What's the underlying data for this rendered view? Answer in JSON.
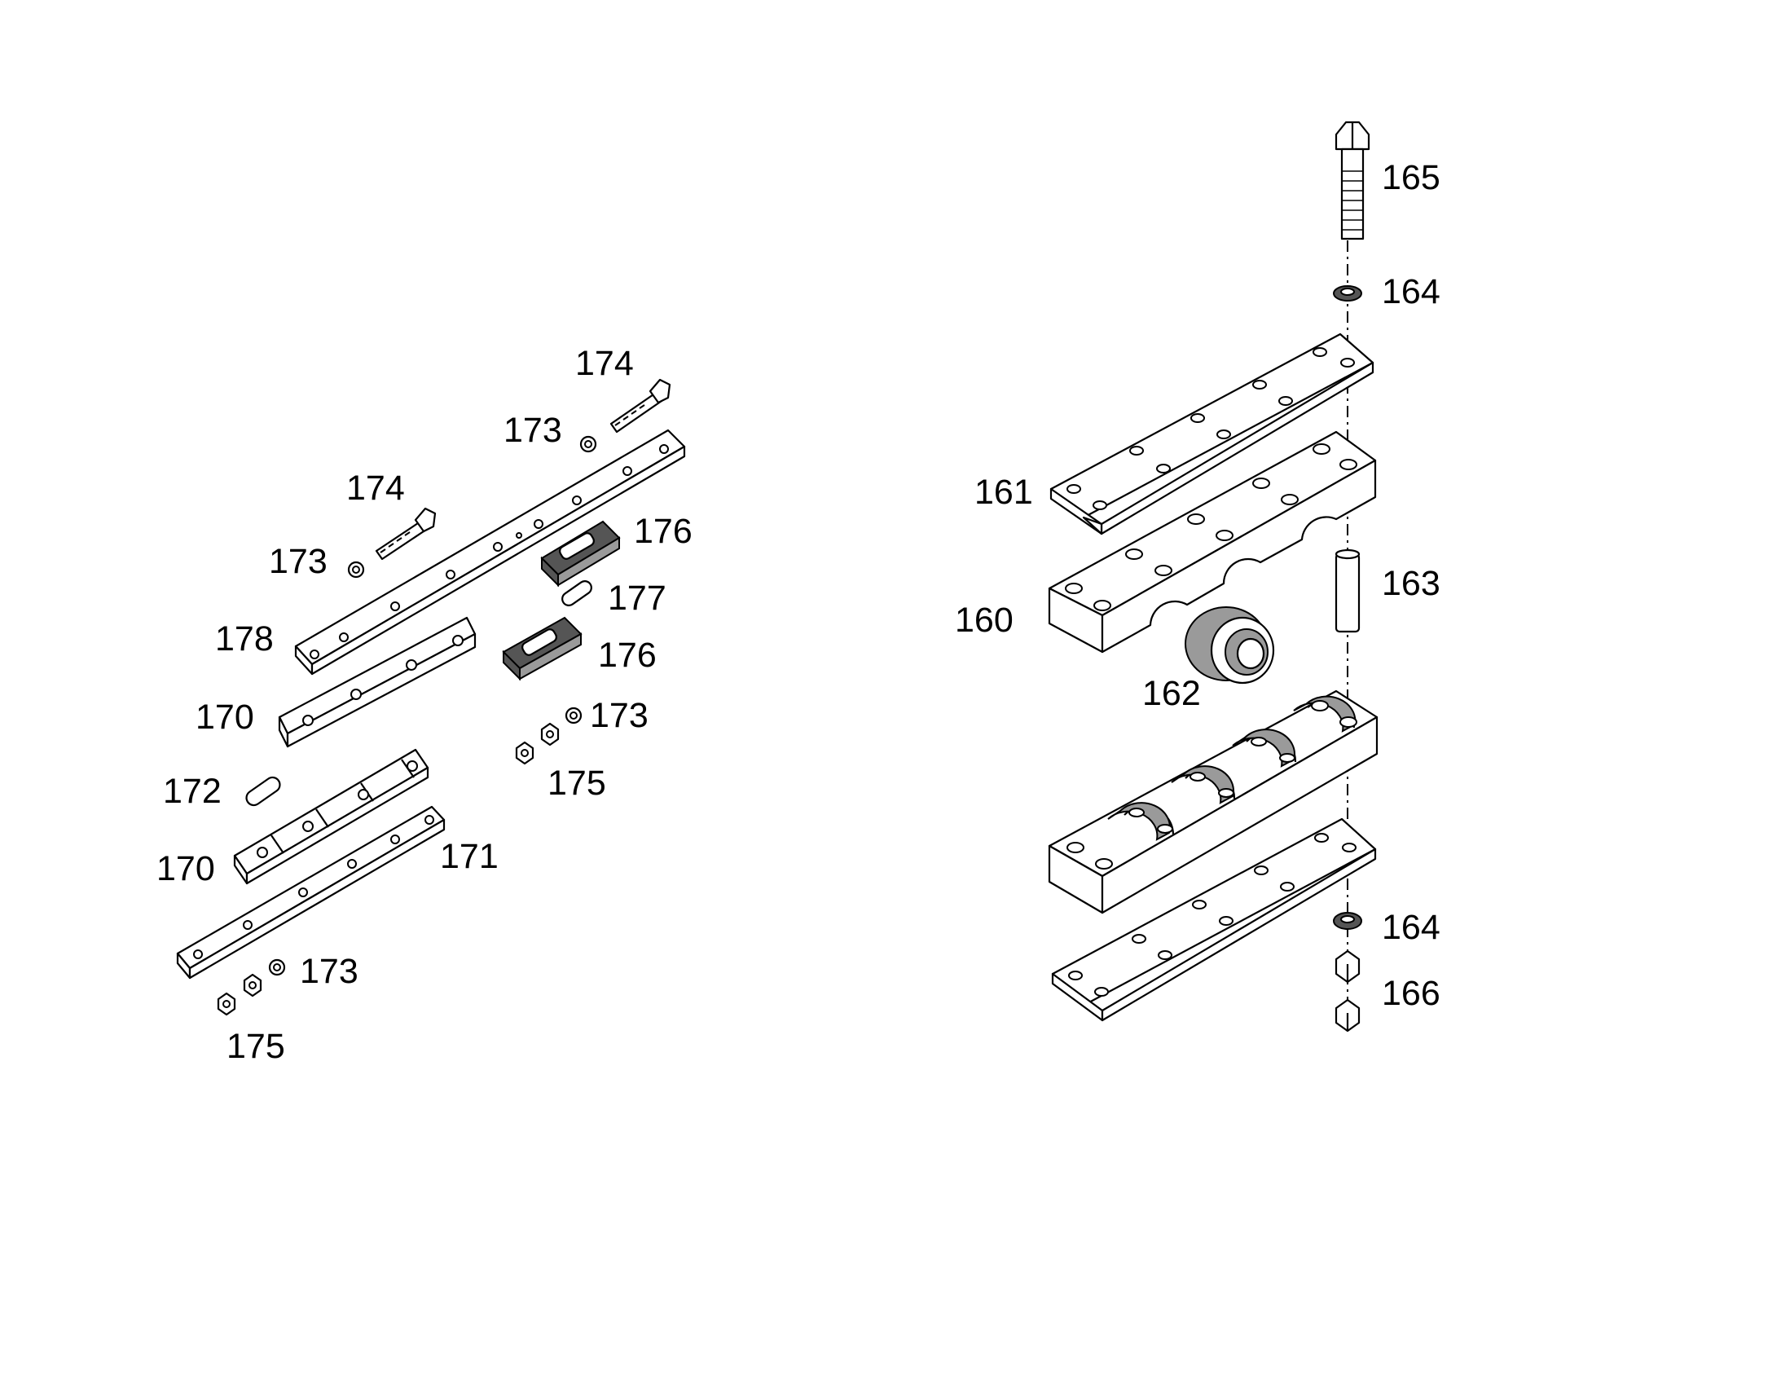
{
  "labels": {
    "l174a": "174",
    "l173a": "173",
    "l174b": "174",
    "l173b": "173",
    "l176a": "176",
    "l177": "177",
    "l178": "178",
    "l176b": "176",
    "l170a": "170",
    "l173c": "173",
    "l172": "172",
    "l175a": "175",
    "l170b": "170",
    "l171": "171",
    "l173d": "173",
    "l175b": "175",
    "l165": "165",
    "l164a": "164",
    "l161": "161",
    "l163": "163",
    "l160": "160",
    "l162": "162",
    "l164b": "164",
    "l166": "166"
  }
}
